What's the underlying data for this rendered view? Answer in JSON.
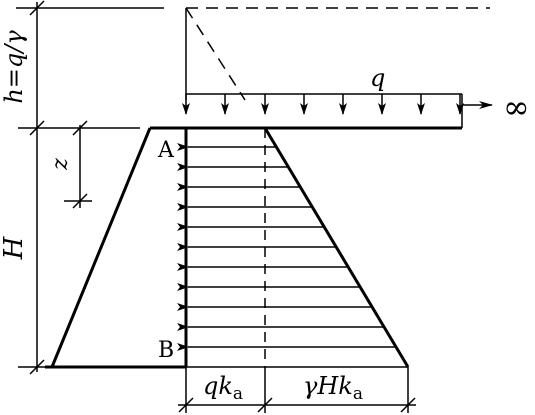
{
  "labels": {
    "h": "h=q/γ",
    "H": "H",
    "z": "z",
    "q": "q",
    "infinity": "∞",
    "A": "A",
    "B": "B",
    "qka_main": "qk",
    "qka_sub": "a",
    "gHka_main": "γHk",
    "gHka_sub": "a"
  },
  "colors": {
    "line": "#000000",
    "background": "#ffffff"
  }
}
